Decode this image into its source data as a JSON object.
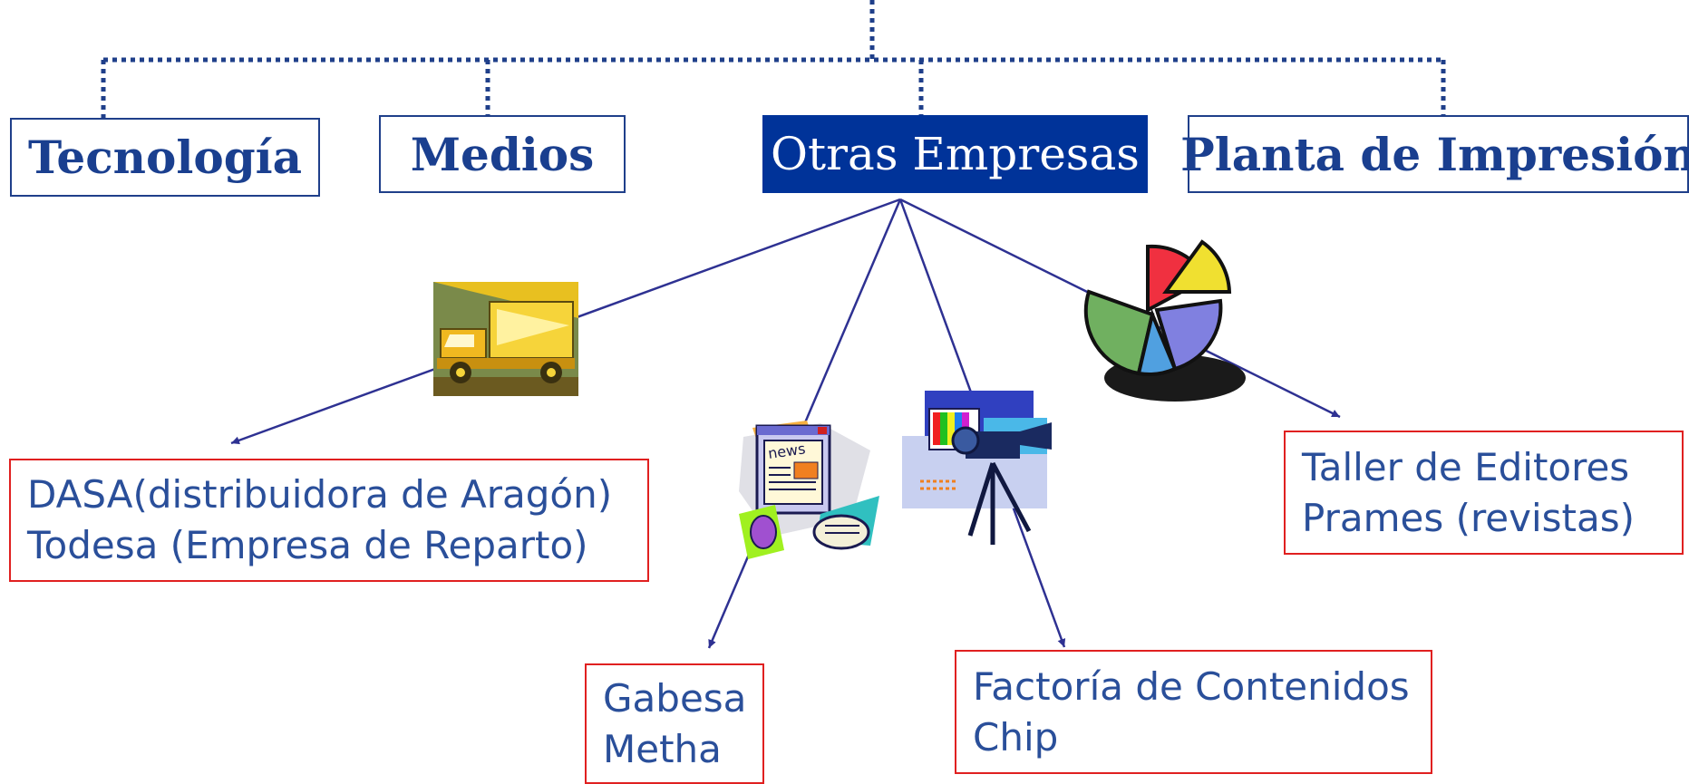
{
  "categories": [
    {
      "label": "Tecnología"
    },
    {
      "label": "Medios"
    },
    {
      "label": "Otras Empresas"
    },
    {
      "label": "Planta de Impresión"
    }
  ],
  "companies": {
    "distribution": {
      "lines": [
        "DASA(distribuidora de Aragón)",
        "Todesa (Empresa de Reparto)"
      ]
    },
    "gabesa": {
      "lines": [
        "Gabesa",
        "Metha"
      ]
    },
    "factoria": {
      "lines": [
        "Factoría de Contenidos",
        "Chip"
      ]
    },
    "taller": {
      "lines": [
        "Taller de Editores",
        "Prames (revistas)"
      ]
    }
  },
  "illustrations": [
    "delivery-truck-icon",
    "news-computer-icon",
    "video-camera-icon",
    "pie-chart-icon"
  ],
  "colors": {
    "category_border": "#1f3f8a",
    "category_text": "#1a3f8f",
    "active_category_fill": "#003399",
    "company_border": "#e02020",
    "company_text": "#2a4f9a",
    "connector": "#2e3192"
  }
}
